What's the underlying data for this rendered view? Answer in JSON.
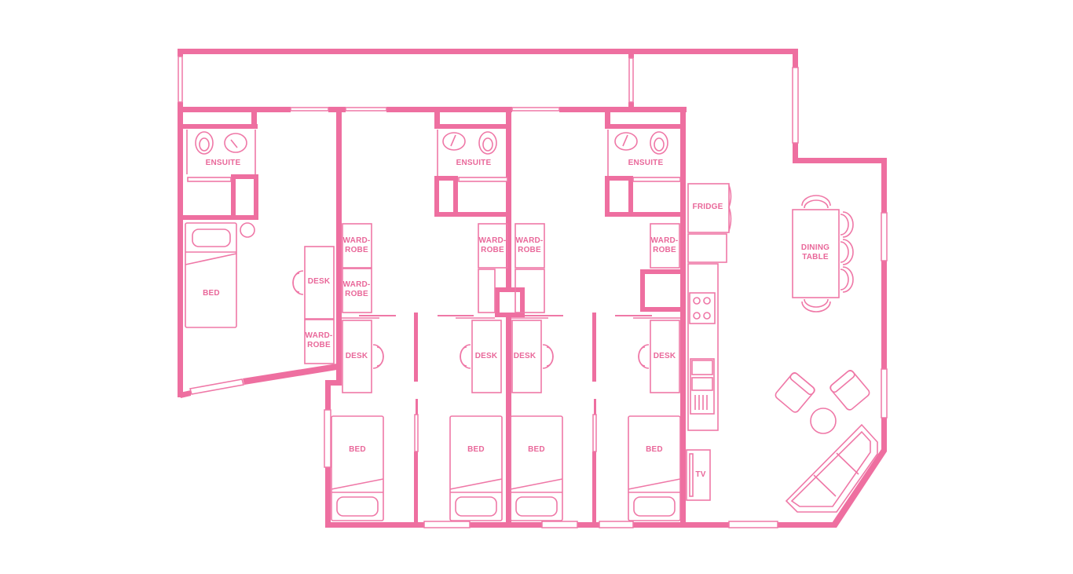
{
  "plan": {
    "accent_color": "#ee6fa0",
    "background": "#ffffff",
    "rooms": [
      {
        "id": "bedroom-1",
        "labels": [
          "ENSUITE",
          "BED",
          "DESK",
          "WARD-\nROBE"
        ]
      },
      {
        "id": "bedroom-2",
        "labels": [
          "WARD-\nROBE",
          "WARD-\nROBE",
          "DESK",
          "BED"
        ]
      },
      {
        "id": "bedroom-3",
        "labels": [
          "ENSUITE",
          "WARD-\nROBE",
          "DESK",
          "BED"
        ]
      },
      {
        "id": "bedroom-4",
        "labels": [
          "WARD-\nROBE",
          "DESK",
          "BED"
        ]
      },
      {
        "id": "bedroom-5",
        "labels": [
          "ENSUITE",
          "WARD-\nROBE",
          "DESK",
          "BED"
        ]
      },
      {
        "id": "living",
        "labels": [
          "FRIDGE",
          "DINING\nTABLE",
          "TV"
        ]
      }
    ]
  },
  "labels": {
    "ensuite_1": "ENSUITE",
    "ensuite_2": "ENSUITE",
    "ensuite_3": "ENSUITE",
    "bed_1": "BED",
    "bed_2": "BED",
    "bed_3": "BED",
    "bed_4": "BED",
    "bed_5": "BED",
    "desk_1": "DESK",
    "desk_2": "DESK",
    "desk_3": "DESK",
    "desk_4": "DESK",
    "desk_5": "DESK",
    "wardrobe_1": "WARD-\nROBE",
    "wardrobe_2a": "WARD-\nROBE",
    "wardrobe_2b": "WARD-\nROBE",
    "wardrobe_3": "WARD-\nROBE",
    "wardrobe_4": "WARD-\nROBE",
    "wardrobe_5": "WARD-\nROBE",
    "fridge": "FRIDGE",
    "dining_table": "DINING\nTABLE",
    "tv": "TV"
  }
}
